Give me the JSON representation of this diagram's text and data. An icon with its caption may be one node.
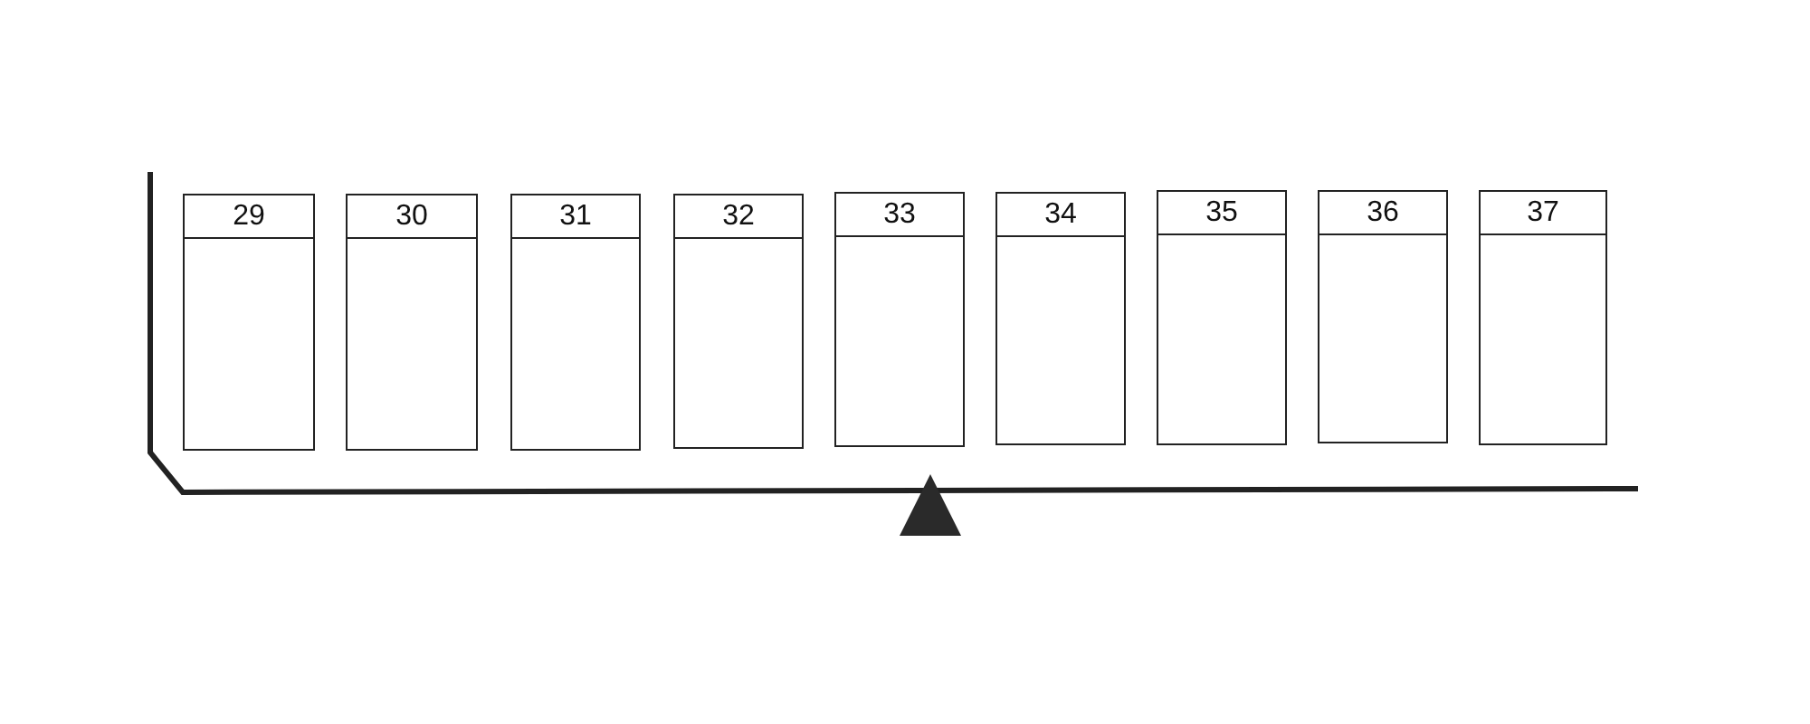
{
  "diagram": {
    "nodes": [
      {
        "text": [
          "29"
        ]
      },
      {
        "text": [
          "30"
        ]
      },
      {
        "text": [
          "31"
        ]
      },
      {
        "text": [
          "32"
        ]
      },
      {
        "text": [
          "33"
        ]
      },
      {
        "text": [
          "34"
        ]
      },
      {
        "text": [
          "35"
        ]
      },
      {
        "text": [
          "36"
        ]
      },
      {
        "text": [
          "37"
        ]
      }
    ],
    "edges": []
  }
}
